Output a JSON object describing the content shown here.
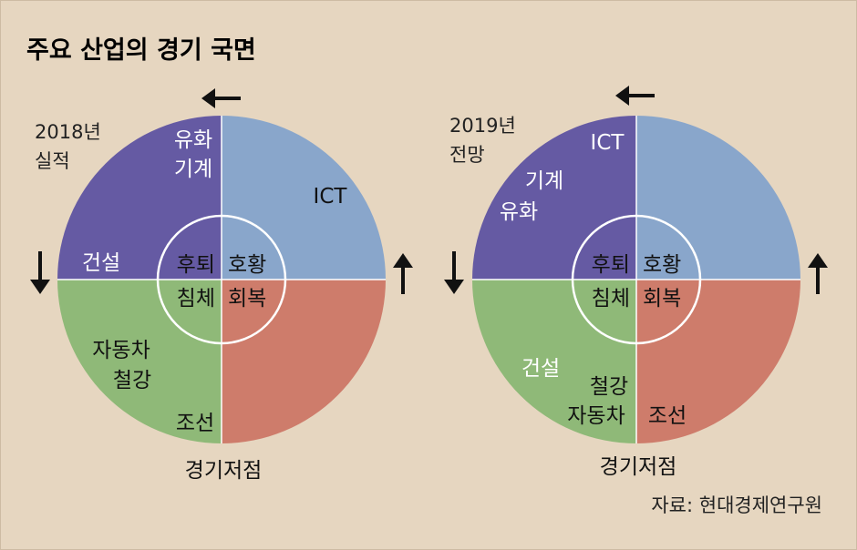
{
  "title": "주요 산업의 경기 국면",
  "source": "자료: 현대경제연구원",
  "colors": {
    "background": "#e6d6c0",
    "recovery": "#89a6cb",
    "downturn": "#655aa3",
    "contraction": "#8fb978",
    "upturn": "#ce7c6b"
  },
  "diagrams": [
    {
      "caption_line1": "2018년",
      "caption_line2": "실적",
      "phases": {
        "downturn": "후퇴",
        "recovery": "호황",
        "contraction": "침체",
        "upturn": "회복"
      },
      "bottom_label": "경기저점",
      "arrows": {
        "top": "left-arrow",
        "left": "down-arrow",
        "right": "up-arrow"
      },
      "industries": {
        "downturn_a": "유화",
        "downturn_b": "기계",
        "recovery_a": "ICT",
        "downturn_c": "건설",
        "contraction_a": "자동차",
        "contraction_b": "철강",
        "contraction_c": "조선"
      }
    },
    {
      "caption_line1": "2019년",
      "caption_line2": "전망",
      "phases": {
        "downturn": "후퇴",
        "recovery": "호황",
        "contraction": "침체",
        "upturn": "회복"
      },
      "bottom_label": "경기저점",
      "arrows": {
        "top": "left-arrow",
        "left": "down-arrow",
        "right": "up-arrow"
      },
      "industries": {
        "downturn_a": "ICT",
        "downturn_b": "기계",
        "downturn_c": "유화",
        "contraction_a": "건설",
        "contraction_b": "철강",
        "contraction_c": "자동차",
        "upturn_a": "조선"
      }
    }
  ]
}
